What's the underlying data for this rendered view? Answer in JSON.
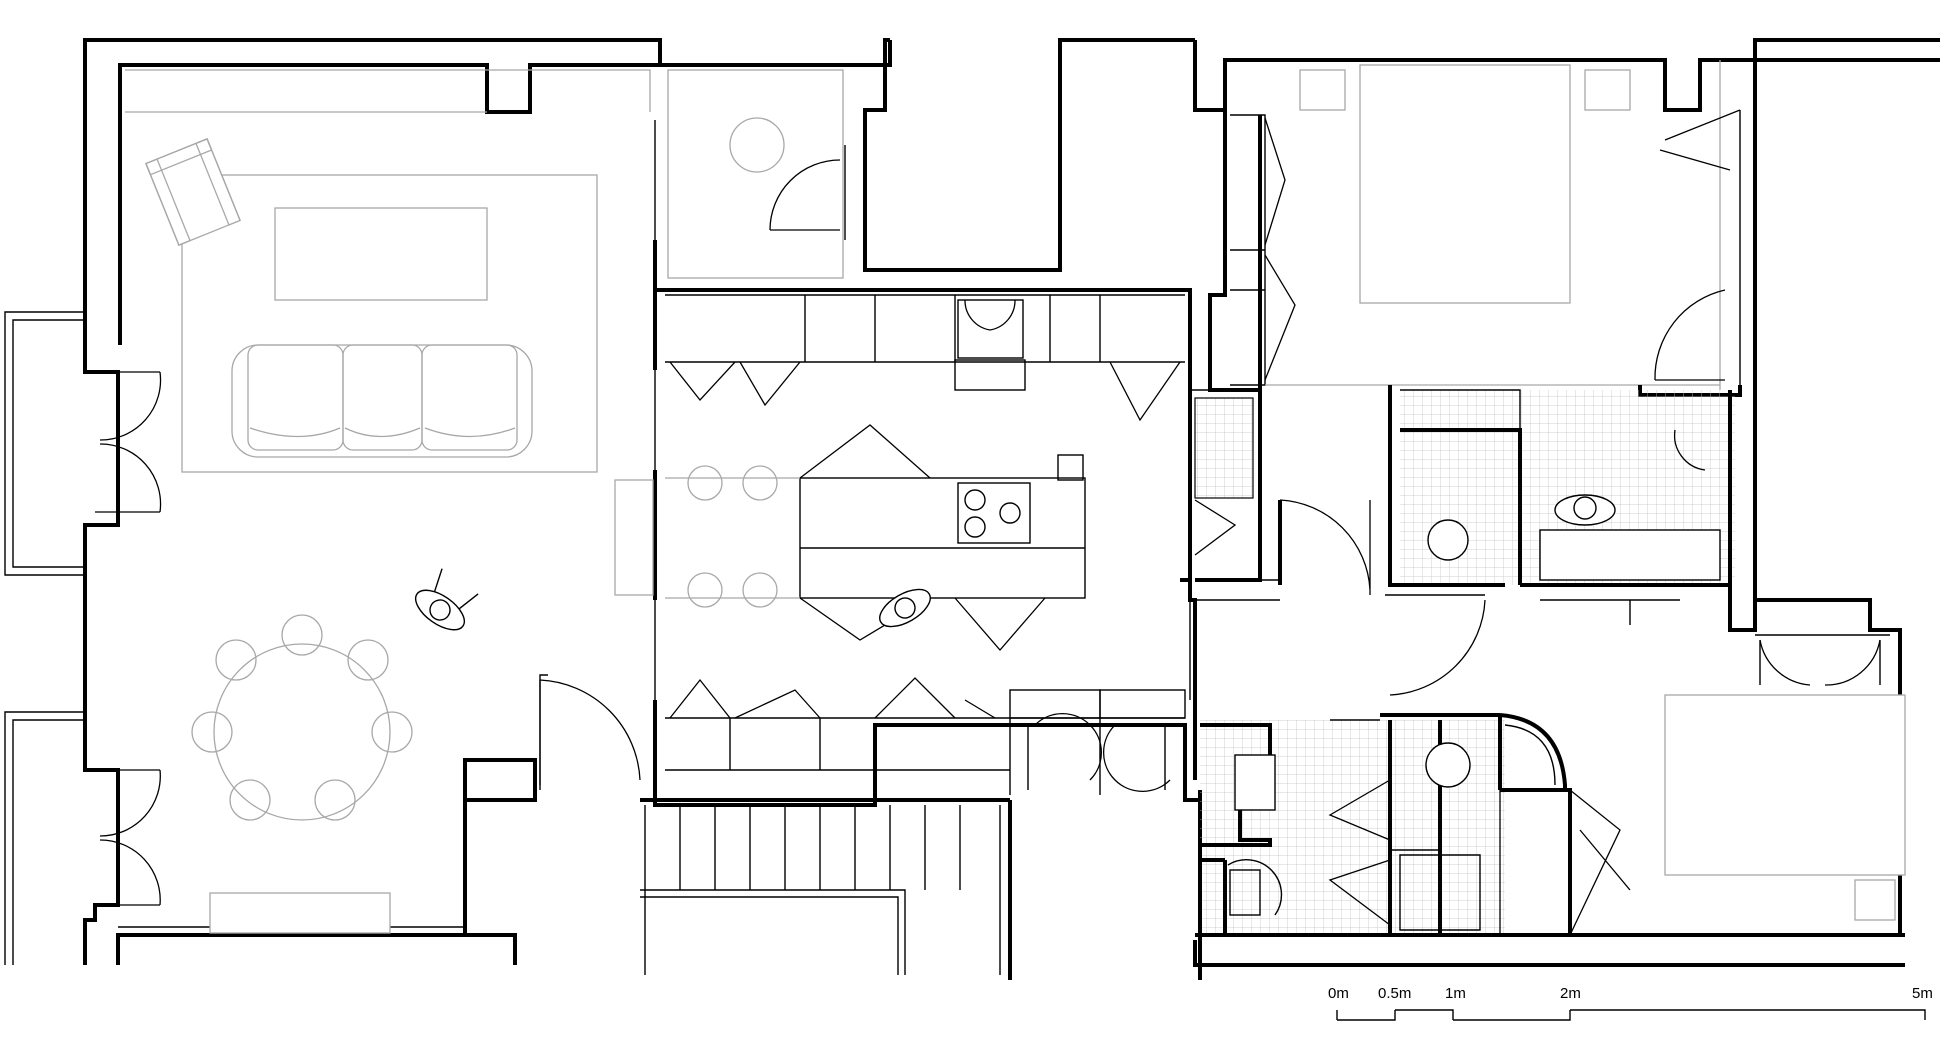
{
  "scale_bar": {
    "labels": [
      "0m",
      "0.5m",
      "1m",
      "2m",
      "5m"
    ]
  },
  "colors": {
    "wall": "#000000",
    "furniture": "#a8a8a8",
    "background": "#ffffff"
  }
}
